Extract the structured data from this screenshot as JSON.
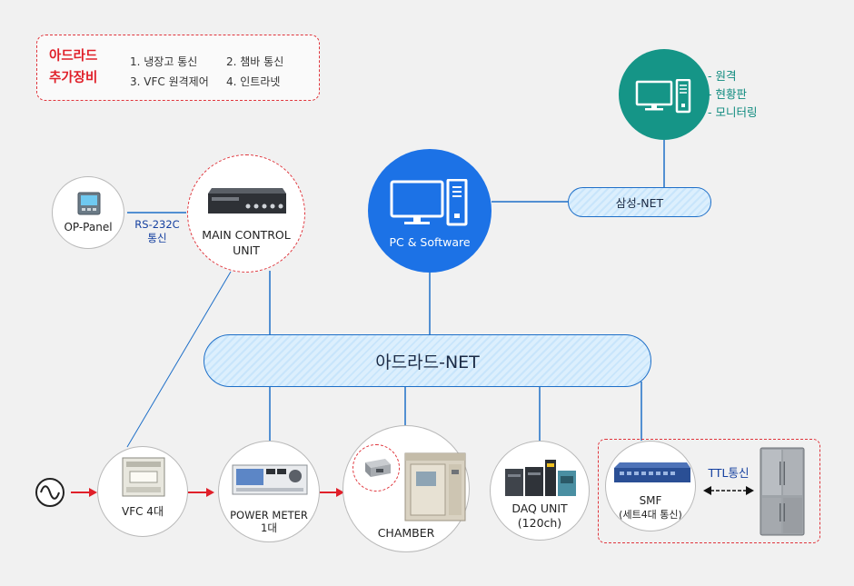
{
  "legend": {
    "title_line1": "아드라드",
    "title_line2": "추가장비",
    "items": [
      "1. 냉장고 통신",
      "2. 챔바 통신",
      "3. VFC 원격제어",
      "4. 인트라넷"
    ]
  },
  "nodes": {
    "op_panel": "OP-Panel",
    "rs232c_line1": "RS-232C",
    "rs232c_line2": "통신",
    "main_control_line1": "MAIN CONTROL",
    "main_control_line2": "UNIT",
    "pc_software": "PC & Software",
    "samsung_net": "삼성-NET",
    "remote_items": [
      "- 원격",
      "- 현황판",
      "- 모니터링"
    ],
    "adrad_net": "아드라드-NET",
    "vfc": "VFC 4대",
    "power_meter_line1": "POWER METER",
    "power_meter_line2": "1대",
    "chamber": "CHAMBER",
    "daq_line1": "DAQ UNIT",
    "daq_line2": "(120ch)",
    "smf_line1": "SMF",
    "smf_line2": "(세트4대 통신)",
    "ttl": "TTL통신"
  },
  "colors": {
    "accent_red": "#e0202a",
    "net_blue": "#1c72e6",
    "teal": "#159587",
    "line_blue": "#1e6fc8"
  },
  "icons": [
    "ac-source-icon",
    "desktop-computer-icon",
    "refrigerator-icon",
    "control-unit-icon",
    "op-panel-icon"
  ]
}
